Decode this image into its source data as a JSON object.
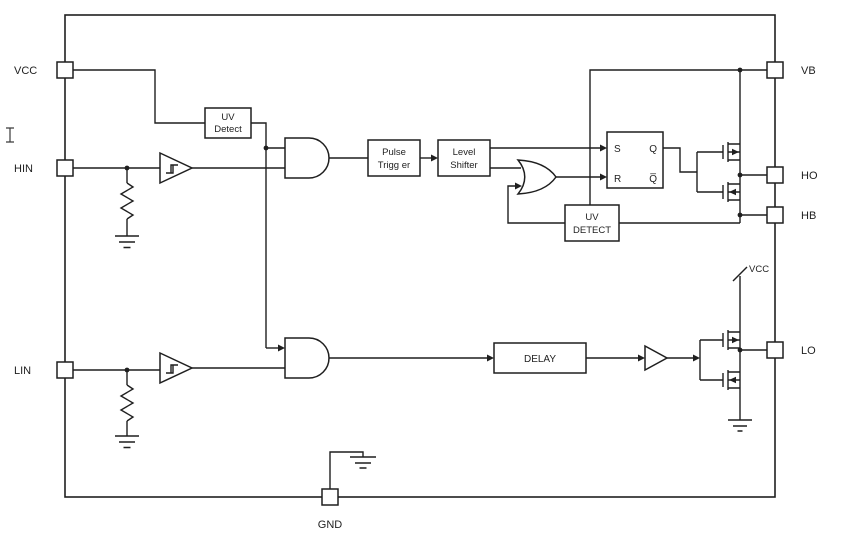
{
  "diagram": {
    "colors": {
      "line": "#1f1f1f",
      "background": "#ffffff"
    },
    "pins": {
      "vcc": "VCC",
      "hin": "HIN",
      "lin": "LIN",
      "gnd": "GND",
      "vb": "VB",
      "ho": "HO",
      "hb": "HB",
      "lo": "LO"
    },
    "blocks": {
      "uv_detect_vcc": {
        "line1": "UV",
        "line2": "Detect"
      },
      "pulse_trigger": {
        "line1": "Pulse",
        "line2": "Trigg er"
      },
      "level_shifter": {
        "line1": "Level",
        "line2": "Shifter"
      },
      "delay": {
        "label": "DELAY"
      },
      "uv_detect_hs": {
        "line1": "UV",
        "line2": "DETECT"
      },
      "sr_latch": {
        "s": "S",
        "r": "R",
        "q": "Q",
        "q_bar": "Q̅"
      }
    },
    "labels": {
      "vcc_rail": "VCC"
    }
  }
}
